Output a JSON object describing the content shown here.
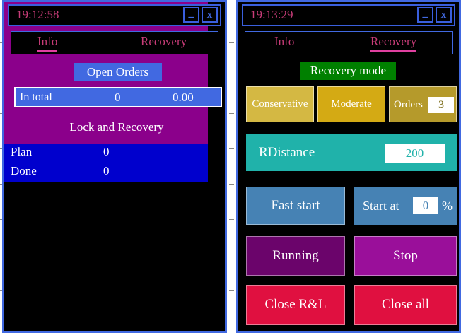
{
  "colors": {
    "panel_border": "#4169e1",
    "panel_bg": "#000000",
    "accent_pink": "#c83c78",
    "blue": "#4169e1",
    "magenta": "#8b008b",
    "dark_blue": "#0000cd",
    "green": "#008000",
    "gold_light": "#d4b843",
    "gold": "#d4aa14",
    "gold_dark": "#b59a2b",
    "teal": "#20b2aa",
    "steel_blue": "#4682b4",
    "purple_dark": "#6b046b",
    "purple": "#9a0f9a",
    "red": "#e01040"
  },
  "left_panel": {
    "titlebar": {
      "clock": "19:12:58",
      "minimize_glyph": "_",
      "minimize_name": "minimize-button",
      "close_glyph": "x",
      "close_name": "close-button"
    },
    "tabs": [
      {
        "label": "Info",
        "active": true
      },
      {
        "label": "Recovery",
        "active": false
      }
    ],
    "open_orders_label": "Open Orders",
    "in_total": {
      "label": "In total",
      "count": "0",
      "amount": "0.00"
    },
    "lock_and_recovery_label": "Lock and Recovery",
    "summary": [
      {
        "label": "Plan",
        "value": "0"
      },
      {
        "label": "Done",
        "value": "0"
      }
    ]
  },
  "right_panel": {
    "titlebar": {
      "clock": "19:13:29",
      "minimize_glyph": "_",
      "close_glyph": "x"
    },
    "tabs": [
      {
        "label": "Info",
        "active": false
      },
      {
        "label": "Recovery",
        "active": true
      }
    ],
    "recovery_mode_label": "Recovery mode",
    "mode_buttons": [
      {
        "label": "Conservative"
      },
      {
        "label": "Moderate"
      }
    ],
    "orders": {
      "label": "Orders",
      "value": "3"
    },
    "rdistance": {
      "label": "RDistance",
      "value": "200"
    },
    "fast_start_label": "Fast start",
    "start_at": {
      "label": "Start at",
      "value": "0",
      "unit": "%"
    },
    "running_label": "Running",
    "stop_label": "Stop",
    "close_rl_label": "Close R&L",
    "close_all_label": "Close all"
  }
}
